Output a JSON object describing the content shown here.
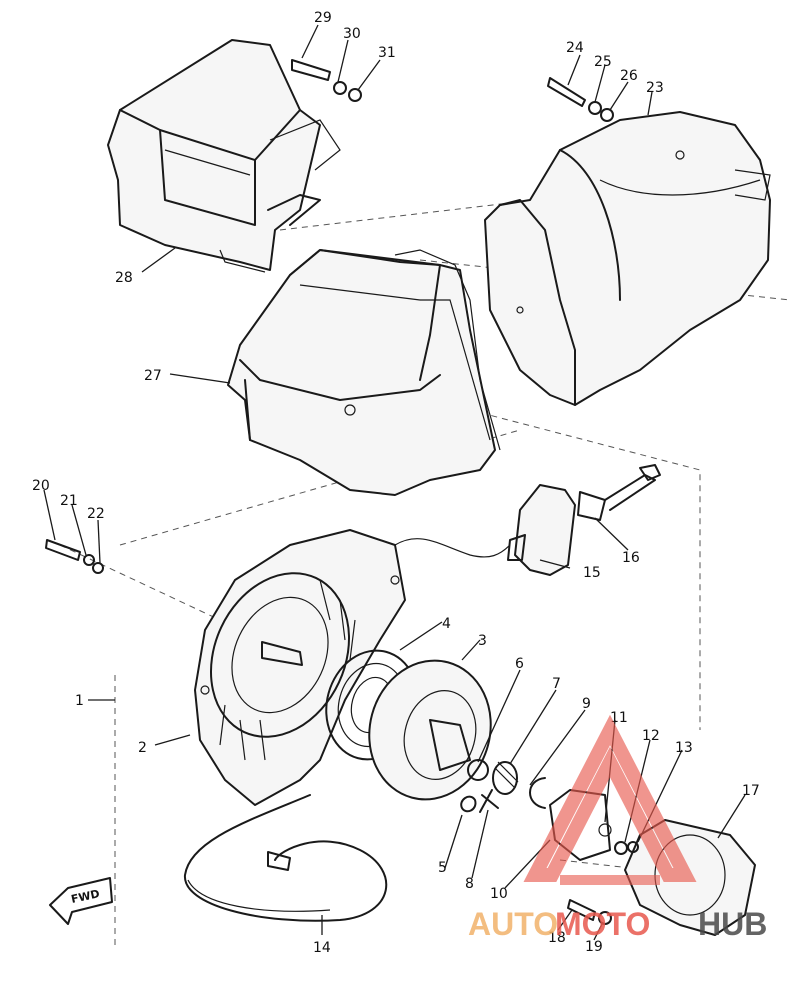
{
  "diagram": {
    "callouts": [
      "1",
      "2",
      "3",
      "4",
      "5",
      "6",
      "7",
      "8",
      "9",
      "10",
      "11",
      "12",
      "13",
      "14",
      "15",
      "16",
      "17",
      "18",
      "19",
      "20",
      "21",
      "22",
      "23",
      "24",
      "25",
      "26",
      "27",
      "28",
      "29",
      "30",
      "31"
    ],
    "direction_label": "FWD"
  },
  "watermark": {
    "part1": "AUTO",
    "part2": "MOTO",
    "part3": "HUB",
    "colors": {
      "primary": "#e8594e",
      "secondary": "#f2b26b",
      "dark": "#4a4a4a"
    }
  }
}
